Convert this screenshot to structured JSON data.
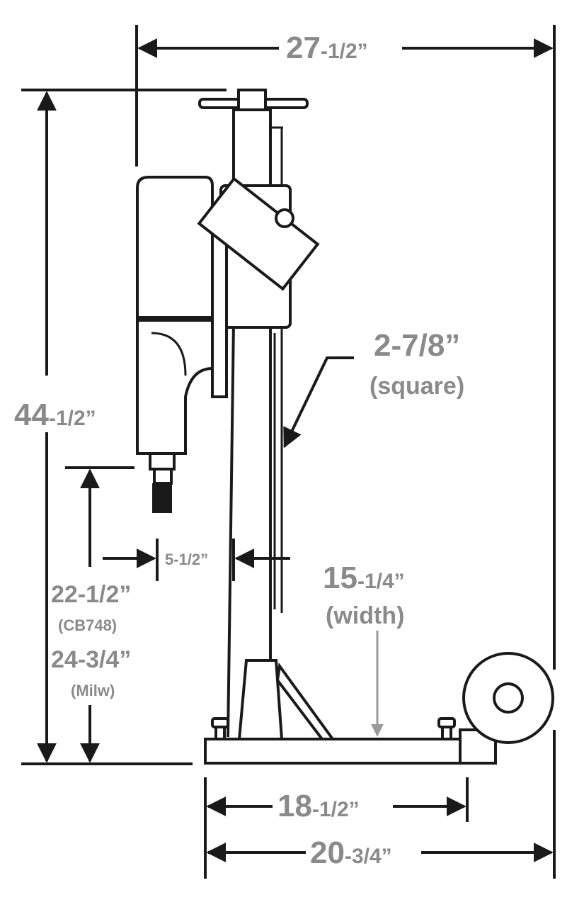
{
  "colors": {
    "line": "#1a1a1a",
    "label": "#8a8a8a",
    "background": "#ffffff"
  },
  "dimensions": {
    "overall_width": {
      "whole": "27",
      "frac": "-1/2”"
    },
    "overall_height": {
      "whole": "44",
      "frac": "-1/2”"
    },
    "column": {
      "value": "2-7/8”",
      "note": "(square)"
    },
    "offset": {
      "value": "5-1/2”"
    },
    "base_width": {
      "whole": "15",
      "frac": "-1/4”",
      "note": "(width)"
    },
    "height_cb748": {
      "value": "22-1/2”",
      "note": "(CB748)"
    },
    "height_milw": {
      "value": "24-3/4”",
      "note": "(Milw)"
    },
    "base_length": {
      "whole": "18",
      "frac": "-1/2”"
    },
    "overall_length": {
      "whole": "20",
      "frac": "-3/4”"
    }
  }
}
